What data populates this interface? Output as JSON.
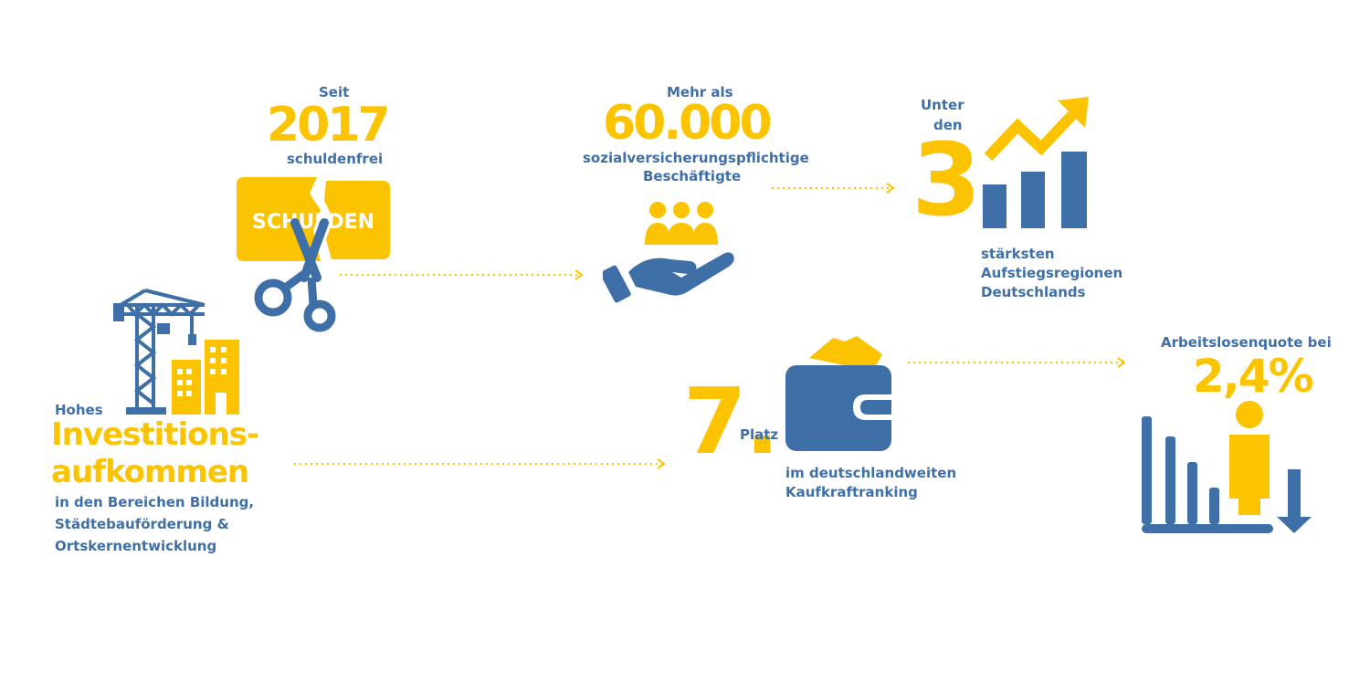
{
  "colors": {
    "blue": "#3f6fa7",
    "yellow": "#fbc300"
  },
  "debt": {
    "prefix": "Seit",
    "year": "2017",
    "suffix": "schuldenfrei",
    "icon_text": "SCHULDEN"
  },
  "employees": {
    "prefix": "Mehr als",
    "number": "60.000",
    "line1": "sozialversicherungspflichtige",
    "line2": "Beschäftigte"
  },
  "regions": {
    "prefix1": "Unter",
    "prefix2": "den",
    "number": "3",
    "line1": "stärksten",
    "line2": "Aufstiegsregionen",
    "line3": "Deutschlands"
  },
  "investment": {
    "prefix": "Hohes",
    "word1": "Investitions-",
    "word2": "aufkommen",
    "line1": "in den Bereichen Bildung,",
    "line2": "Städtebauförderung &",
    "line3": "Ortskernentwicklung"
  },
  "purchasing": {
    "rank": "7.",
    "label": "Platz",
    "line1": "im deutschlandweiten",
    "line2": "Kaufkraftranking"
  },
  "unemployment": {
    "prefix": "Arbeitslosenquote bei",
    "value": "2,4%"
  },
  "icons": [
    "scissors-cutting-debt-icon",
    "hand-holding-people-icon",
    "growth-bar-chart-icon",
    "crane-buildings-icon",
    "wallet-icon",
    "declining-unemployment-chart-icon"
  ]
}
